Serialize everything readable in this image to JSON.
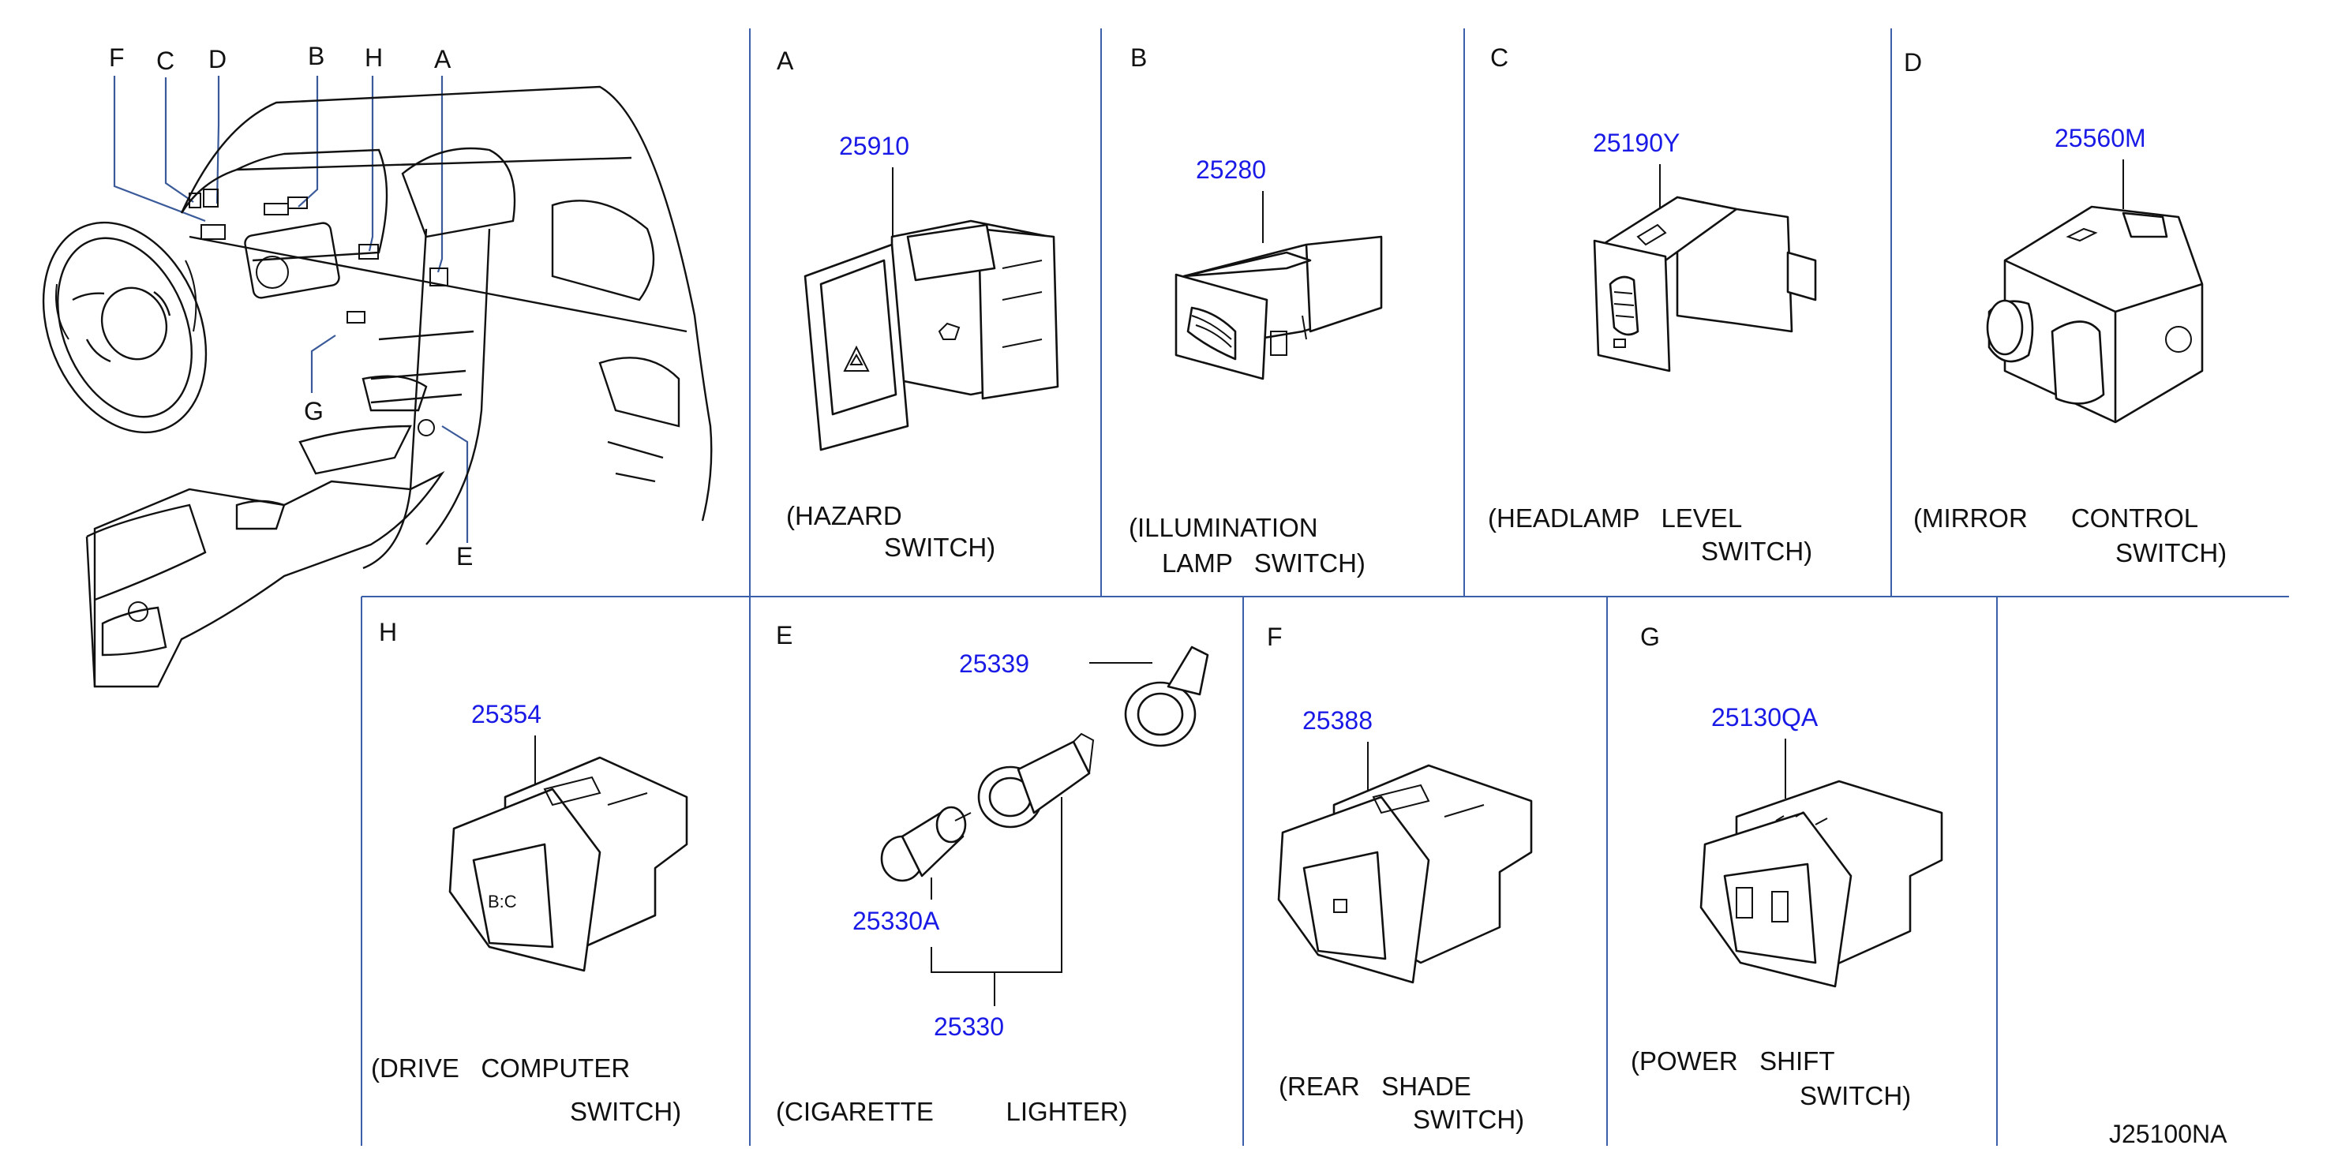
{
  "diagram_code": "J25100NA",
  "overview": {
    "locator_letters": [
      "F",
      "C",
      "D",
      "B",
      "H",
      "A",
      "G",
      "E"
    ]
  },
  "panels": [
    {
      "id": "A",
      "part_number": "25910",
      "caption_line1": "(HAZARD",
      "caption_line2": "SWITCH)"
    },
    {
      "id": "B",
      "part_number": "25280",
      "caption_line1": "(ILLUMINATION",
      "caption_line2": "LAMP   SWITCH)"
    },
    {
      "id": "C",
      "part_number": "25190Y",
      "caption_line1": "(HEADLAMP   LEVEL",
      "caption_line2": "SWITCH)"
    },
    {
      "id": "D",
      "part_number": "25560M",
      "caption_line1": "(MIRROR      CONTROL",
      "caption_line2": "SWITCH)"
    },
    {
      "id": "H",
      "part_number": "25354",
      "caption_line1": "(DRIVE   COMPUTER",
      "caption_line2": "SWITCH)"
    },
    {
      "id": "E",
      "part_numbers": [
        "25339",
        "25330A",
        "25330"
      ],
      "caption": "(CIGARETTE          LIGHTER)"
    },
    {
      "id": "F",
      "part_number": "25388",
      "caption_line1": "(REAR   SHADE",
      "caption_line2": "SWITCH)"
    },
    {
      "id": "G",
      "part_number": "25130QA",
      "caption_line1": "(POWER   SHIFT",
      "caption_line2": "SWITCH)"
    }
  ],
  "colors": {
    "part_number": "#1a1ae6",
    "divider": "#3b5fa8",
    "ink": "#111111"
  }
}
